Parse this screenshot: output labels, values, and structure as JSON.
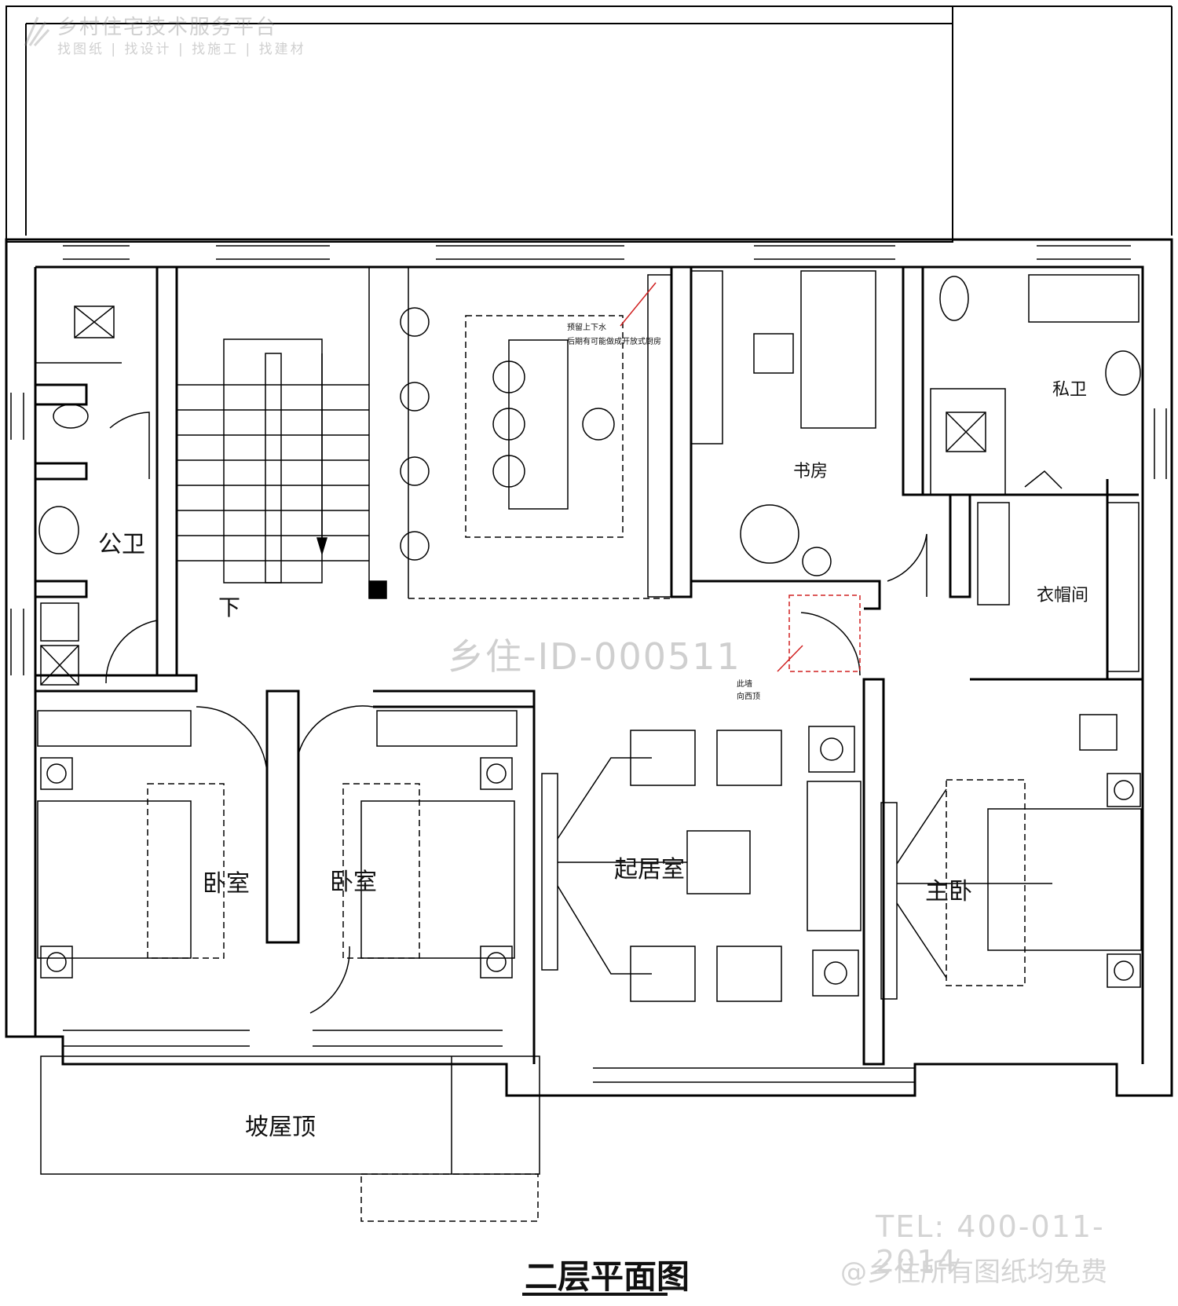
{
  "header_watermark": {
    "title": "乡村住宅技术服务平台",
    "subtitle": "找图纸 | 找设计 | 找施工 | 找建材"
  },
  "plan_id_watermark": "乡住-ID-000511",
  "contact_watermark": {
    "tel": "TEL: 400-011-2014",
    "free": "@乡住所有图纸均免费"
  },
  "drawing_title": "二层平面图",
  "rooms": {
    "public_bath": "公卫",
    "study": "书房",
    "private_bath": "私卫",
    "walk_in_closet": "衣帽间",
    "bedroom_left": "卧室",
    "bedroom_middle": "卧室",
    "living_room": "起居室",
    "master_bedroom": "主卧",
    "sloped_roof": "坡屋顶"
  },
  "stair_label": "下",
  "annotations": {
    "kitchen_note_line1": "预留上下水",
    "kitchen_note_line2": "后期有可能做成开放式厨房",
    "door_note_line1": "此墙",
    "door_note_line2": "向西顶"
  }
}
